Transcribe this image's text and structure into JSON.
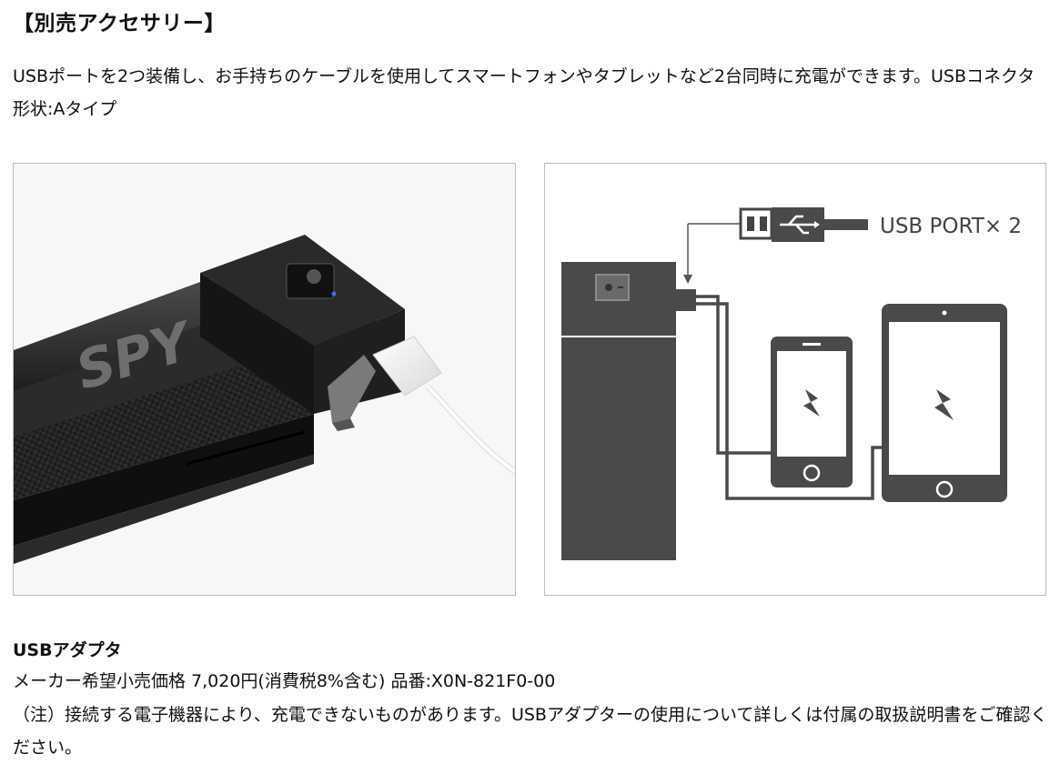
{
  "section": {
    "title": "【別売アクセサリー】"
  },
  "intro": {
    "text": "USBポートを2つ装備し、お手持ちのケーブルを使用してスマートフォンやタブレットなど2台同時に充電ができます。USBコネクタ形状:Aタイプ"
  },
  "diagram": {
    "port_label": "USB PORT× 2"
  },
  "photo": {
    "logo_text": "SPY"
  },
  "product": {
    "name": "USBアダプタ",
    "price_line": "メーカー希望小売価格 7,020円(消費税8%含む) 品番:X0N-821F0-00",
    "note": "（注）接続する電子機器により、充電できないものがあります。USBアダプターの使用について詳しくは付属の取扱説明書をご確認ください。"
  },
  "colors": {
    "device_dark": "#4a4a4a",
    "border": "#bdbdbd",
    "led_blue": "#3a6cff"
  }
}
